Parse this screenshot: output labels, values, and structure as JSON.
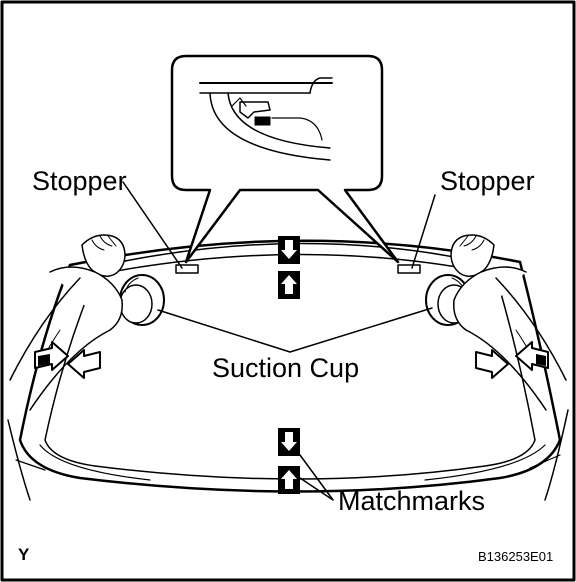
{
  "labels": {
    "stopper_left": "Stopper",
    "stopper_right": "Stopper",
    "suction_cup": "Suction Cup",
    "matchmarks": "Matchmarks",
    "corner_letter": "Y",
    "figure_code": "B136253E01"
  },
  "icons": [
    "up-arrow-icon",
    "down-arrow-icon",
    "push-arrow-icon"
  ]
}
